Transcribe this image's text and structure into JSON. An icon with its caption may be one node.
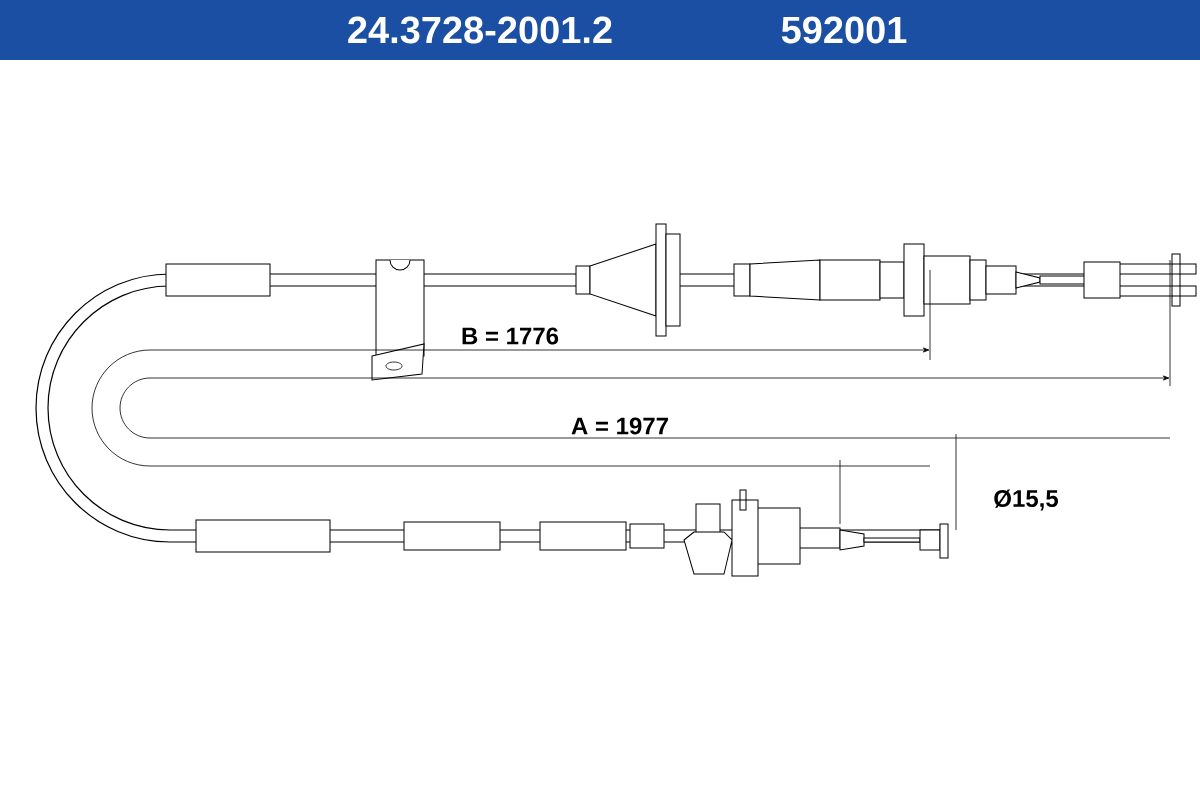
{
  "diagram": {
    "labels": [
      "24.3728-2001.2",
      "592001",
      "B = 1776",
      "A = 1977",
      "Ø15,5"
    ]
  }
}
